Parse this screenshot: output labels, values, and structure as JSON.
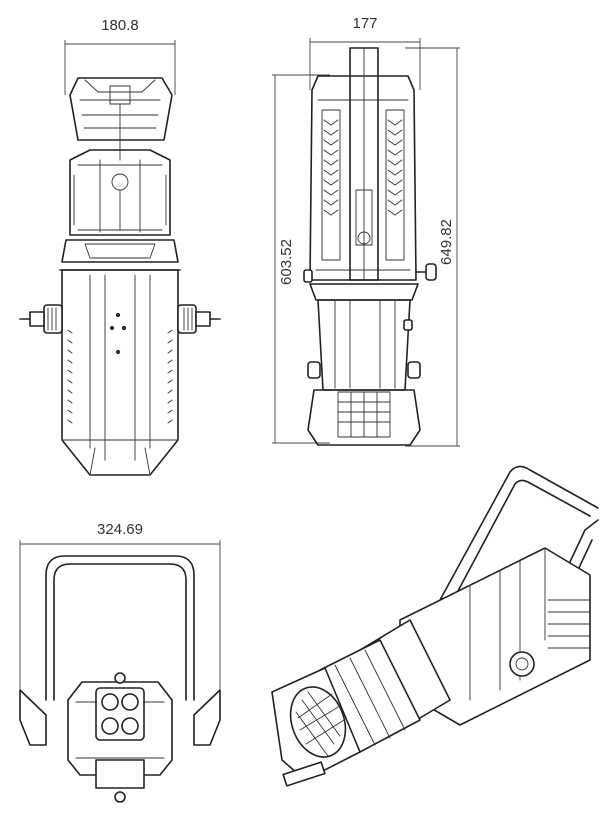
{
  "dimensions": {
    "front_width": "180.8",
    "side_width": "177",
    "side_height_inner": "603.52",
    "side_height_outer": "649.82",
    "bottom_width": "324.69"
  }
}
